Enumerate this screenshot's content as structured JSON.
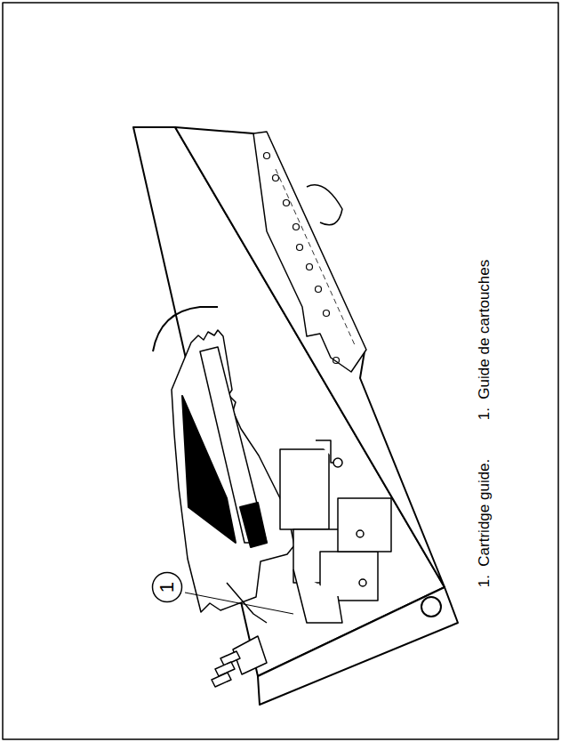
{
  "diagram": {
    "nodes": [
      {
        "text": [
          "1"
        ]
      }
    ],
    "edges": [],
    "labels": [
      "1.  Cartridge guide.",
      "1.  Guide de cartouches"
    ]
  }
}
